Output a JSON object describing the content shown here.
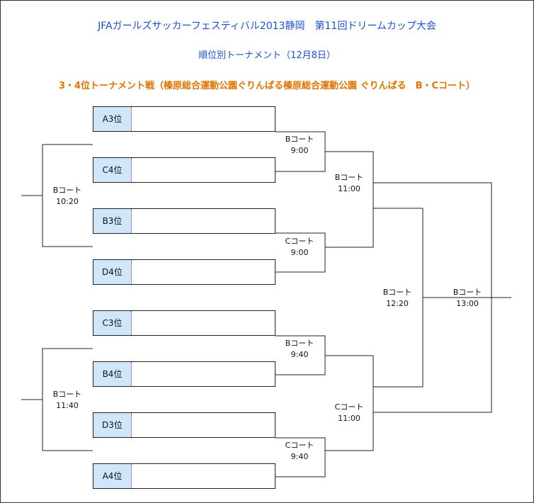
{
  "header": {
    "title": "JFAガールズサッカーフェスティバル2013静岡　第11回ドリームカップ大会",
    "subtitle": "順位別トーナメント（12月8日）",
    "section": "3・4位トーナメント戦（榛原総合運動公園ぐりんぱる榛原総合運動公園 ぐりんぱる　B・Cコート）"
  },
  "teams": [
    "A3位",
    "C4位",
    "B3位",
    "D4位",
    "C3位",
    "B4位",
    "D3位",
    "A4位"
  ],
  "matches": [
    {
      "court": "Bコート",
      "time": "9:00"
    },
    {
      "court": "Cコート",
      "time": "9:00"
    },
    {
      "court": "Bコート",
      "time": "9:40"
    },
    {
      "court": "Cコート",
      "time": "9:40"
    },
    {
      "court": "Bコート",
      "time": "11:00"
    },
    {
      "court": "Cコート",
      "time": "11:00"
    },
    {
      "court": "Bコート",
      "time": "12:20"
    },
    {
      "court": "Bコート",
      "time": "13:00"
    },
    {
      "court": "Bコート",
      "time": "10:20"
    },
    {
      "court": "Bコート",
      "time": "11:40"
    }
  ]
}
